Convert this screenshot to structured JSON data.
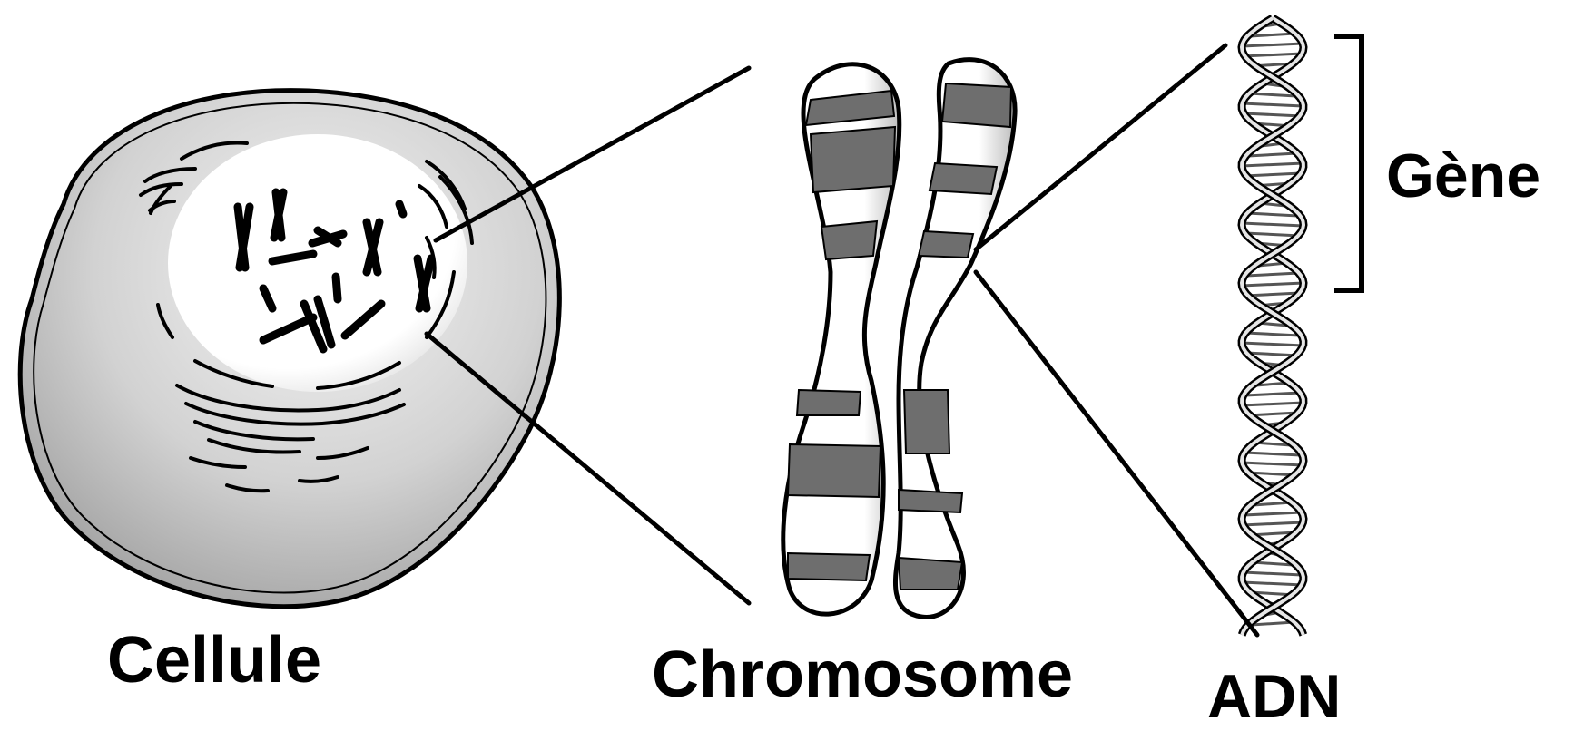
{
  "labels": {
    "cell": "Cellule",
    "chromosome": "Chromosome",
    "dna": "ADN",
    "gene": "Gène"
  },
  "colors": {
    "ink": "#000000",
    "cell_fill": "#c8c8c8",
    "nucleus_fill": "#ffffff",
    "band_dark": "#6e6e6e",
    "band_light": "#d9d9d9"
  }
}
